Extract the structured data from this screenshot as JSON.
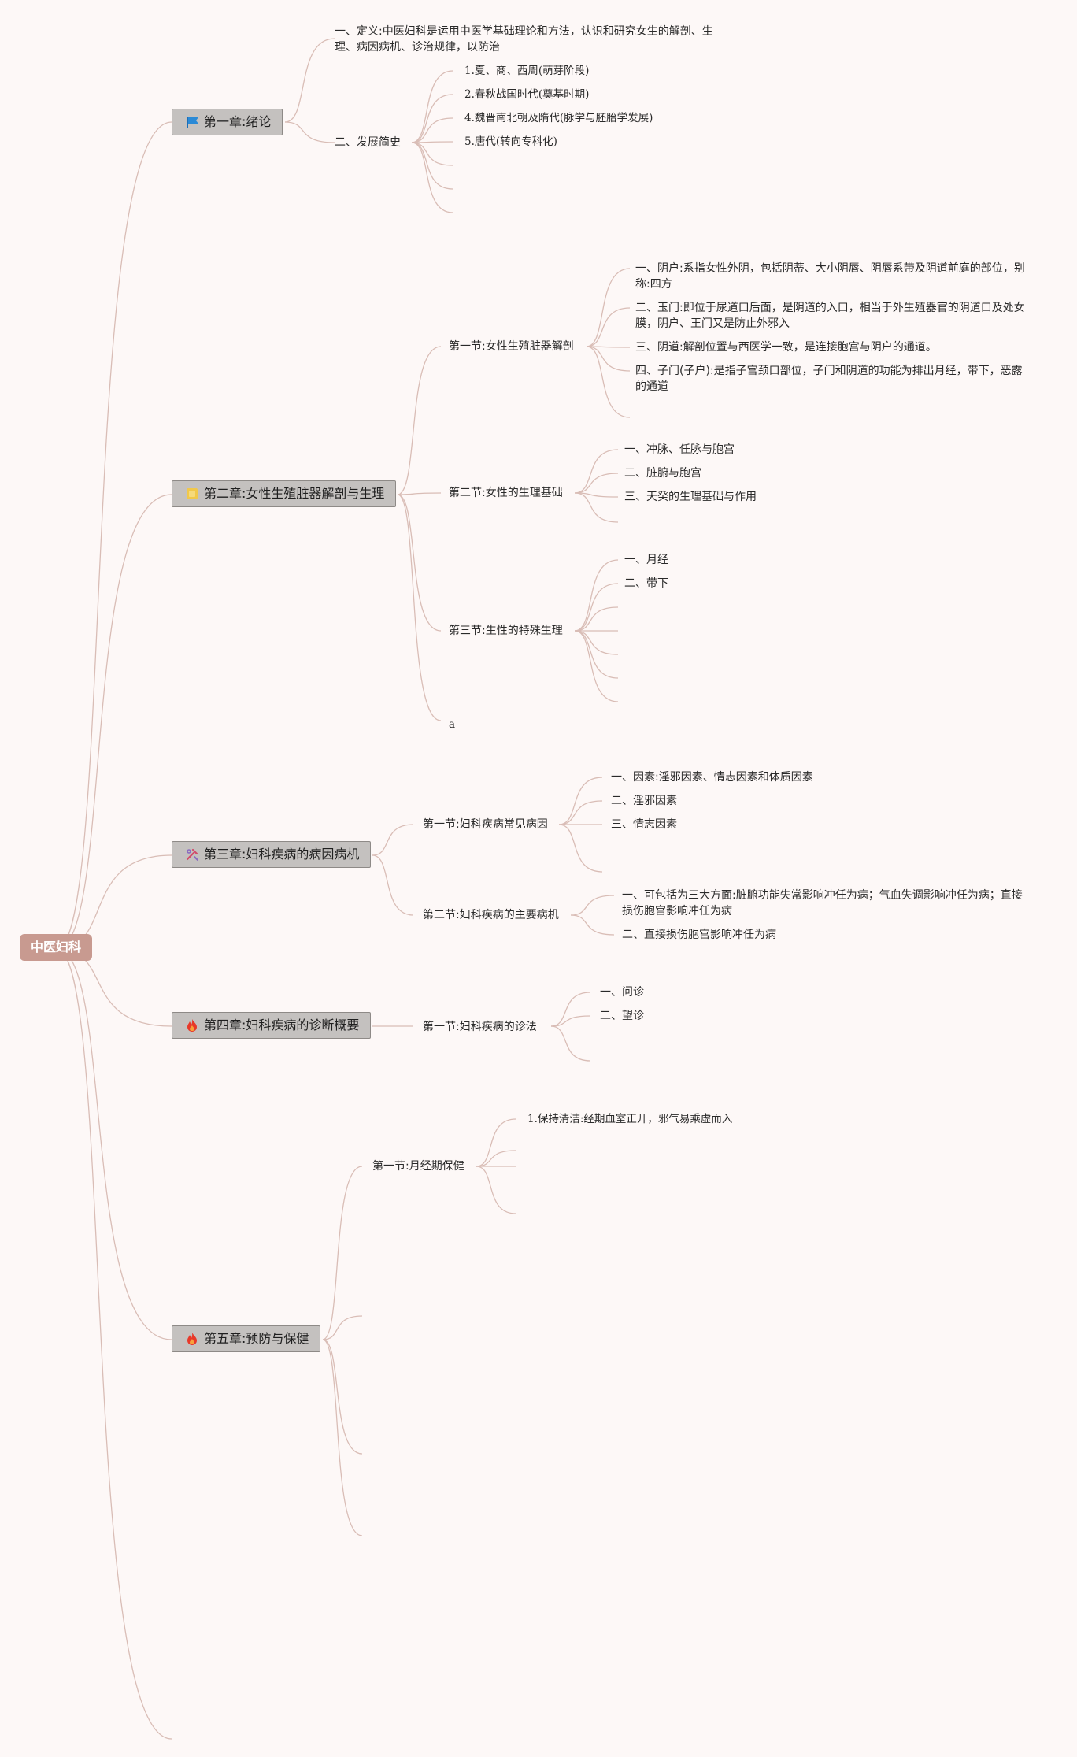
{
  "root": {
    "label": "中医妇科"
  },
  "colors": {
    "root_fill": "#c89a90",
    "chapter_fill": "#c4c1bf",
    "line": "#d9bdb6",
    "background": "#fdf8f7"
  },
  "chapters": [
    {
      "label": "第一章:绪论",
      "icon": "flag-icon",
      "children": [
        {
          "label": "一、定义:中医妇科是运用中医学基础理论和方法，认识和研究女生的解剖、生理、病因病机、诊治规律，以防治"
        },
        {
          "label": "二、发展简史",
          "children": [
            "1.夏、商、西周(萌芽阶段)",
            "2.春秋战国时代(奠基时期)",
            "4.魏晋南北朝及隋代(脉学与胚胎学发展)",
            "5.唐代(转向专科化)",
            "",
            "",
            ""
          ]
        }
      ]
    },
    {
      "label": "第二章:女性生殖脏器解剖与生理",
      "icon": "square-icon",
      "children": [
        {
          "label": "第一节:女性生殖脏器解剖",
          "children": [
            "一、阴户:系指女性外阴，包括阴蒂、大小阴唇、阴唇系带及阴道前庭的部位，别称:四方",
            "二、玉门:即位于尿道口后面，是阴道的入口，相当于外生殖器官的阴道口及处女膜，阴户、王门又是防止外邪入",
            "三、阴道:解剖位置与西医学一致，是连接胞宫与阴户的通道。",
            "四、子门(子户):是指子宫颈口部位，子门和阴道的功能为排出月经，带下，恶露的通道",
            ""
          ]
        },
        {
          "label": "第二节:女性的生理基础",
          "children": [
            "一、冲脉、任脉与胞宫",
            "二、脏腑与胞宫",
            "三、天癸的生理基础与作用",
            ""
          ]
        },
        {
          "label": "第三节:生性的特殊生理",
          "children": [
            "一、月经",
            "二、带下",
            "",
            "",
            "",
            ""
          ]
        },
        {
          "label": "a"
        }
      ]
    },
    {
      "label": "第三章:妇科疾病的病因病机",
      "icon": "tools-icon",
      "children": [
        {
          "label": "第一节:妇科疾病常见病因",
          "children": [
            "一、因素:淫邪因素、情志因素和体质因素",
            "二、淫邪因素",
            "三、情志因素",
            ""
          ]
        },
        {
          "label": "第二节:妇科疾病的主要病机",
          "children": [
            "一、可包括为三大方面:脏腑功能失常影响冲任为病；气血失调影响冲任为病；直接损伤胞宫影响冲任为病",
            "二、直接损伤胞宫影响冲任为病"
          ]
        }
      ]
    },
    {
      "label": "第四章:妇科疾病的诊断概要",
      "icon": "fire-icon",
      "children": [
        {
          "label": "第一节:妇科疾病的诊法",
          "children": [
            "一、问诊",
            "二、望诊",
            ""
          ]
        }
      ]
    },
    {
      "label": "第五章:预防与保健",
      "icon": "fire-icon",
      "children": [
        {
          "label": "第一节:月经期保健",
          "children": [
            "1.保持清洁:经期血室正开，邪气易乘虚而入",
            "",
            "",
            ""
          ]
        },
        {
          "label": ""
        },
        {
          "label": ""
        },
        {
          "label": ""
        }
      ]
    }
  ]
}
